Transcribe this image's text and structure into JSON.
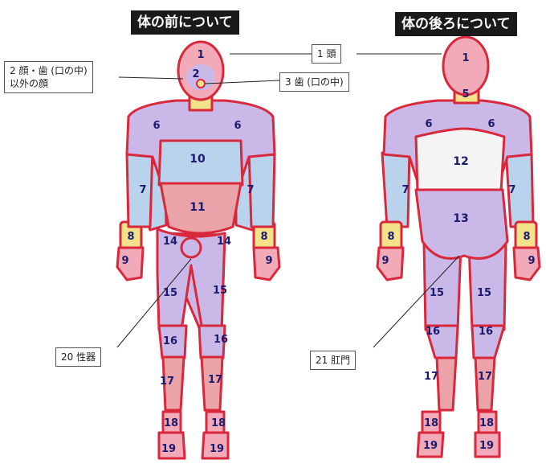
{
  "titles": {
    "front": "体の前について",
    "back": "体の後ろについて"
  },
  "callouts": {
    "head": "1 頭",
    "face_line1": "2 顔・歯 (口の中)",
    "face_line2": "以外の顔",
    "teeth": "3 歯 (口の中)",
    "genitals": "20 性器",
    "anus": "21 肛門"
  },
  "front_regions": {
    "r1": "1",
    "r2": "2",
    "r6a": "6",
    "r6b": "6",
    "r7a": "7",
    "r7b": "7",
    "r8a": "8",
    "r8b": "8",
    "r9a": "9",
    "r9b": "9",
    "r10": "10",
    "r11": "11",
    "r14a": "14",
    "r14b": "14",
    "r15a": "15",
    "r15b": "15",
    "r16a": "16",
    "r16b": "16",
    "r17a": "17",
    "r17b": "17",
    "r18a": "18",
    "r18b": "18",
    "r19a": "19",
    "r19b": "19"
  },
  "back_regions": {
    "r1": "1",
    "r5": "5",
    "r6a": "6",
    "r6b": "6",
    "r7a": "7",
    "r7b": "7",
    "r8a": "8",
    "r8b": "8",
    "r9a": "9",
    "r9b": "9",
    "r12": "12",
    "r13": "13",
    "r15a": "15",
    "r15b": "15",
    "r16a": "16",
    "r16b": "16",
    "r17a": "17",
    "r17b": "17",
    "r18a": "18",
    "r18b": "18",
    "r19a": "19",
    "r19b": "19"
  },
  "colors": {
    "outline": "#d9283c",
    "pink": "#f2a9b8",
    "lavender": "#c9b8e8",
    "light_blue": "#b9d3ec",
    "yellow": "#f3e28a",
    "white": "#f4f4f4",
    "label": "#1b1b6e"
  }
}
